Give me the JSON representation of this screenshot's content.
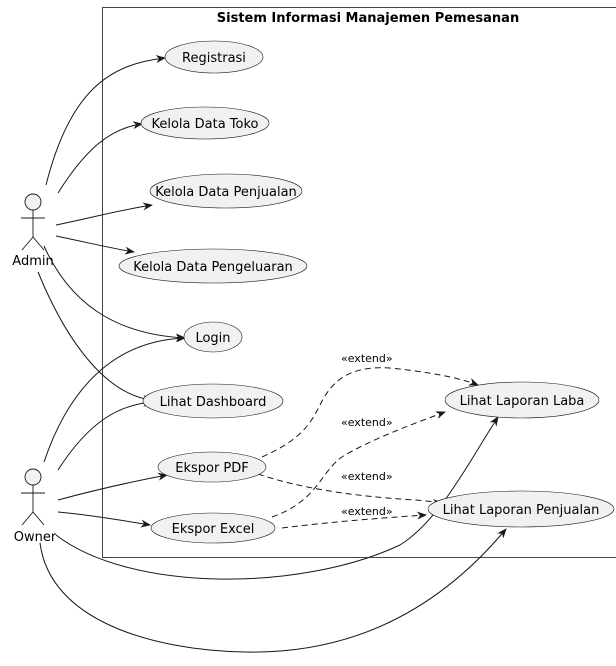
{
  "system": {
    "title": "Sistem Informasi Manajemen Pemesanan"
  },
  "actors": {
    "admin": "Admin",
    "owner": "Owner"
  },
  "use_cases": {
    "registrasi": "Registrasi",
    "kelola_data_toko": "Kelola Data Toko",
    "kelola_data_penjualan": "Kelola Data Penjualan",
    "kelola_data_pengeluaran": "Kelola Data Pengeluaran",
    "login": "Login",
    "lihat_dashboard": "Lihat Dashboard",
    "ekspor_pdf": "Ekspor PDF",
    "ekspor_excel": "Ekspor Excel",
    "lihat_laporan_laba": "Lihat Laporan Laba",
    "lihat_laporan_penjualan": "Lihat Laporan Penjualan"
  },
  "relations": {
    "extend_label": "«extend»"
  },
  "colors": {
    "use_case_fill": "#f1f1f1",
    "stroke": "#181818",
    "background": "#ffffff"
  }
}
